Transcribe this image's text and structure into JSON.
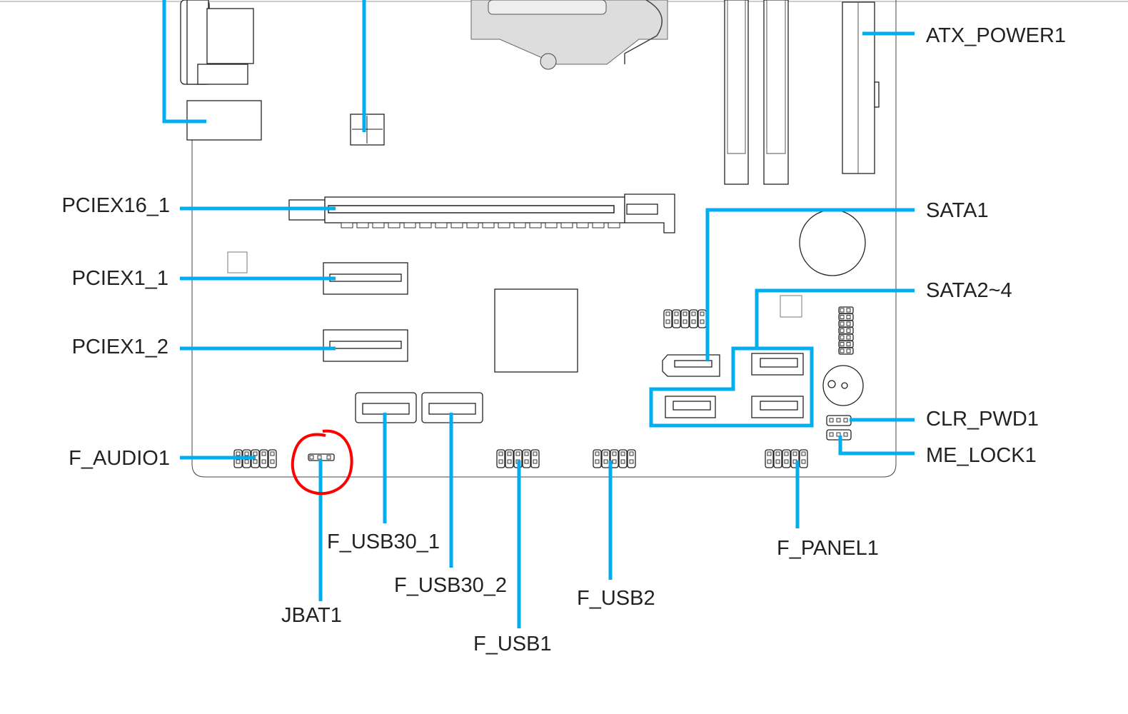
{
  "colors": {
    "leader": "#00aeef",
    "highlight": "#ff0000",
    "label": "#222222"
  },
  "labels": {
    "atx_power": "ATX_POWER1",
    "pciex16_1": "PCIEX16_1",
    "pciex1_1": "PCIEX1_1",
    "pciex1_2": "PCIEX1_2",
    "sata1": "SATA1",
    "sata2_4": "SATA2~4",
    "clr_pwd": "CLR_PWD1",
    "me_lock": "ME_LOCK1",
    "f_audio": "F_AUDIO1",
    "f_usb30_1": "F_USB30_1",
    "f_usb30_2": "F_USB30_2",
    "jbat": "JBAT1",
    "f_usb1": "F_USB1",
    "f_usb2": "F_USB2",
    "f_panel": "F_PANEL1"
  }
}
